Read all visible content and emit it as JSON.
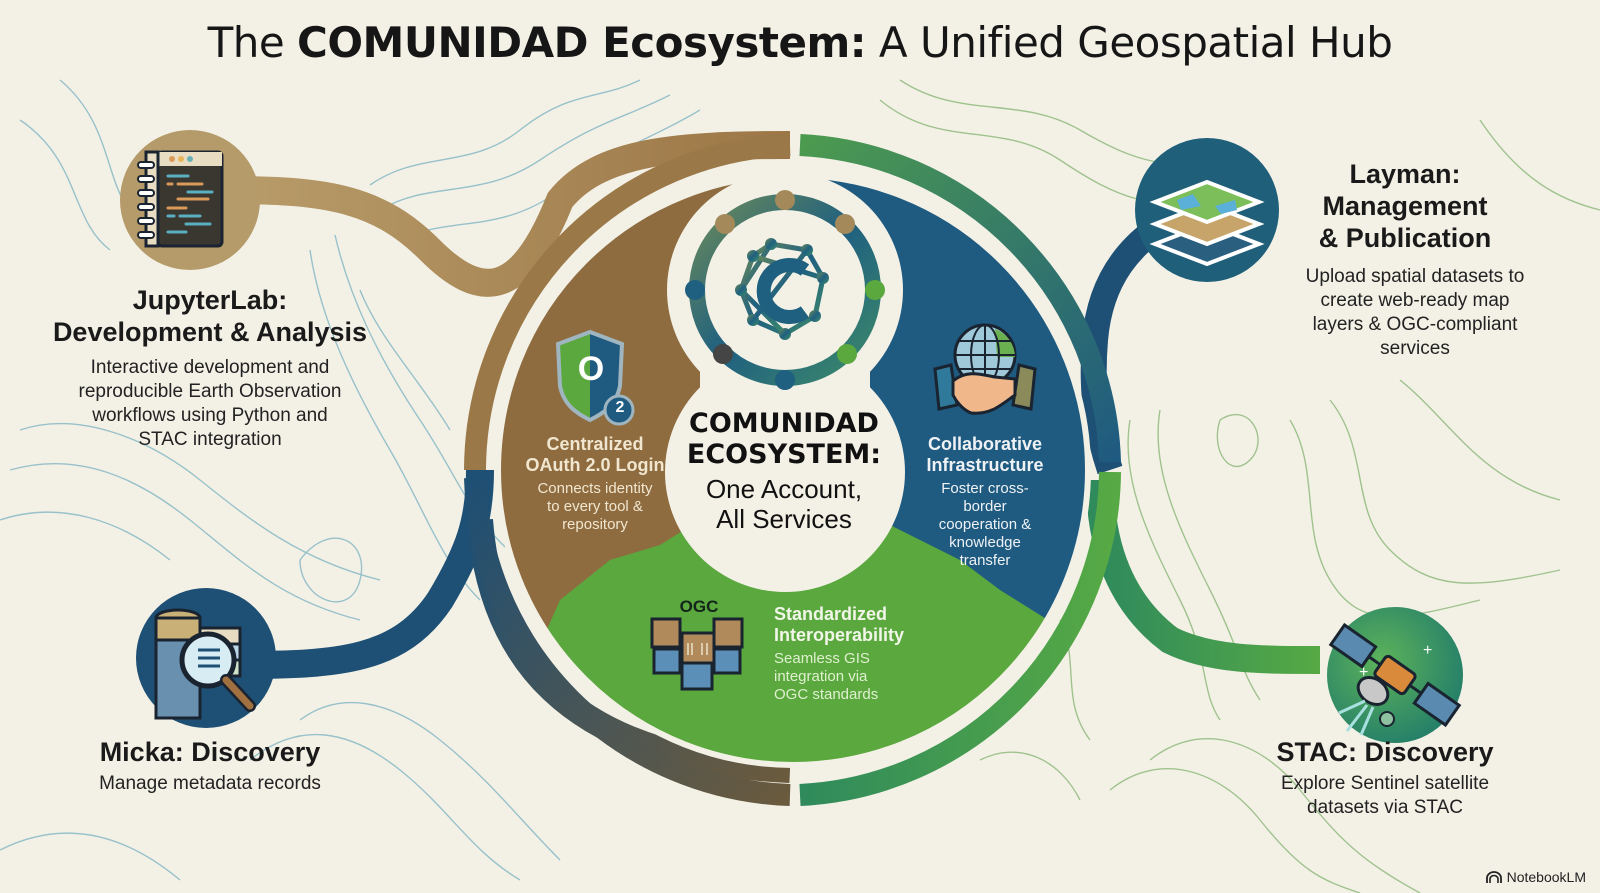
{
  "title": {
    "prefix": "The ",
    "bold": "COMUNIDAD Ecosystem:",
    "suffix": " A Unified Geospatial Hub"
  },
  "hub": {
    "title_line1": "COMUNIDAD",
    "title_line2": "ECOSYSTEM:",
    "sub_line1": "One Account,",
    "sub_line2": "All Services",
    "logo_icon": "community-network-c-logo"
  },
  "segments": [
    {
      "id": "oauth",
      "title_line1": "Centralized",
      "title_line2": "OAuth 2.0 Login",
      "desc": [
        "Connects identity",
        "to every tool &",
        "repository"
      ],
      "icon": "oauth2-shield-icon",
      "icon_text": "O",
      "icon_badge": "2",
      "color": "#8a6a3f"
    },
    {
      "id": "collab",
      "title_line1": "Collaborative",
      "title_line2": "Infrastructure",
      "desc": [
        "Foster cross-",
        "border",
        "cooperation &",
        "knowledge",
        "transfer"
      ],
      "icon": "globe-handshake-icon",
      "color": "#1f5a80"
    },
    {
      "id": "ogc",
      "title_line1": "Standardized",
      "title_line2": "Interoperability",
      "desc": [
        "Seamless GIS",
        "integration via",
        "OGC standards"
      ],
      "icon": "ogc-cubes-icon",
      "icon_label": "OGC",
      "color": "#5aa83e"
    }
  ],
  "nodes": [
    {
      "id": "jupyterlab",
      "title_line1": "JupyterLab:",
      "title_line2": "Development & Analysis",
      "desc": [
        "Interactive development and",
        "reproducible Earth Observation",
        "workflows using Python and",
        "STAC integration"
      ],
      "icon": "notebook-code-icon",
      "color": "#b59a6a"
    },
    {
      "id": "layman",
      "title_line1": "Layman:",
      "title_line2": "Management",
      "title_line3": "& Publication",
      "desc": [
        "Upload spatial datasets to",
        "create web-ready map",
        "layers & OGC-compliant",
        "services"
      ],
      "icon": "map-layers-icon",
      "color": "#1f5f7a"
    },
    {
      "id": "micka",
      "title_line1": "Micka: Discovery",
      "desc": [
        "Manage metadata records"
      ],
      "icon": "database-search-icon",
      "color": "#1e4f74"
    },
    {
      "id": "stac",
      "title_line1": "STAC: Discovery",
      "desc": [
        "Explore Sentinel satellite",
        "datasets via STAC"
      ],
      "icon": "satellite-icon",
      "color": "#3f9a4e"
    }
  ],
  "colors": {
    "background": "#f3f1e6",
    "brown": "#8a6a3f",
    "tan": "#b59a6a",
    "blue": "#1f5a80",
    "green": "#5aa83e",
    "contour_blue": "#8fbcc8",
    "contour_green": "#9cc08a"
  },
  "watermark": {
    "label": "NotebookLM",
    "icon": "notebooklm-logo-icon"
  }
}
